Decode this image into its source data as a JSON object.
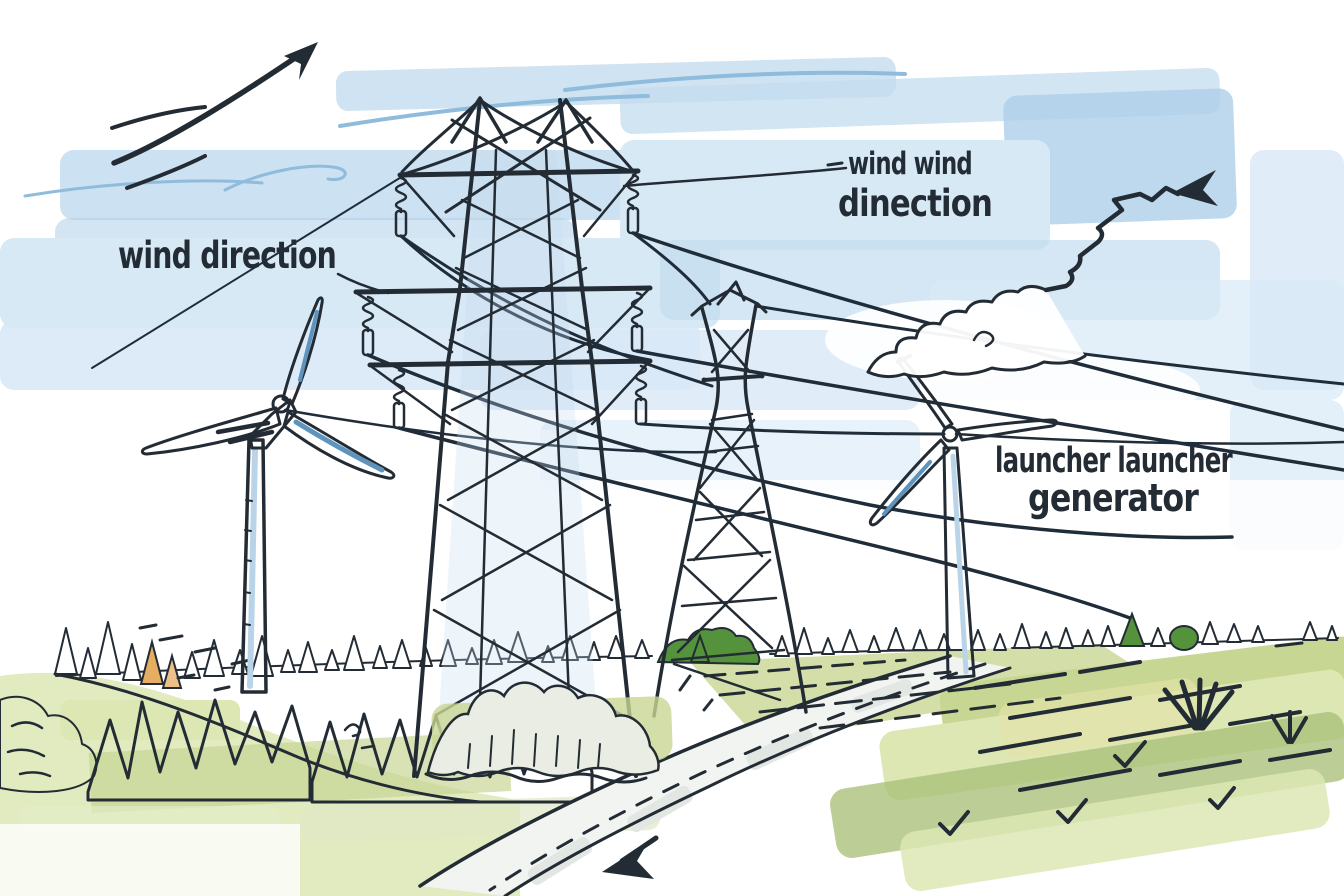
{
  "labels": {
    "wind_direction": "wind direction",
    "wind_top": {
      "line1": "wind wind",
      "line2": "dinection"
    },
    "generator": {
      "line1": "launcher launcher",
      "line2": "generator"
    }
  },
  "icons": {
    "top_left_arrow": "curved-arrow-up-right",
    "top_right_arrow": "zigzag-arrow-left",
    "road_arrow": "arrow-down-left"
  },
  "scene_objects": [
    "wind-turbine-left",
    "wind-turbine-right",
    "transmission-tower-main",
    "transmission-tower-secondary",
    "power-lines",
    "insulators",
    "cloud",
    "tree-line",
    "pine-hill",
    "country-road",
    "grass-fields"
  ],
  "palette": {
    "ink": "#232c34",
    "wire": "#1f2c3a",
    "sky_light": "#d8e9f6",
    "sky_mid": "#c3dcEF",
    "sky_deep": "#aed0e9",
    "sky_streak": "#8fbcdc",
    "blade_shade": "#5e93bd",
    "blade_tint": "#b9d4e8",
    "grass_light": "#dde7b4",
    "grass_mid": "#c8d694",
    "grass_deep": "#aBC27a",
    "tree_green": "#55923c",
    "bush_grey": "#e9ede3",
    "orange_tree": "#e5ae62",
    "road_fill": "#f1f4f1",
    "road_patch": "#e2e7e3"
  }
}
